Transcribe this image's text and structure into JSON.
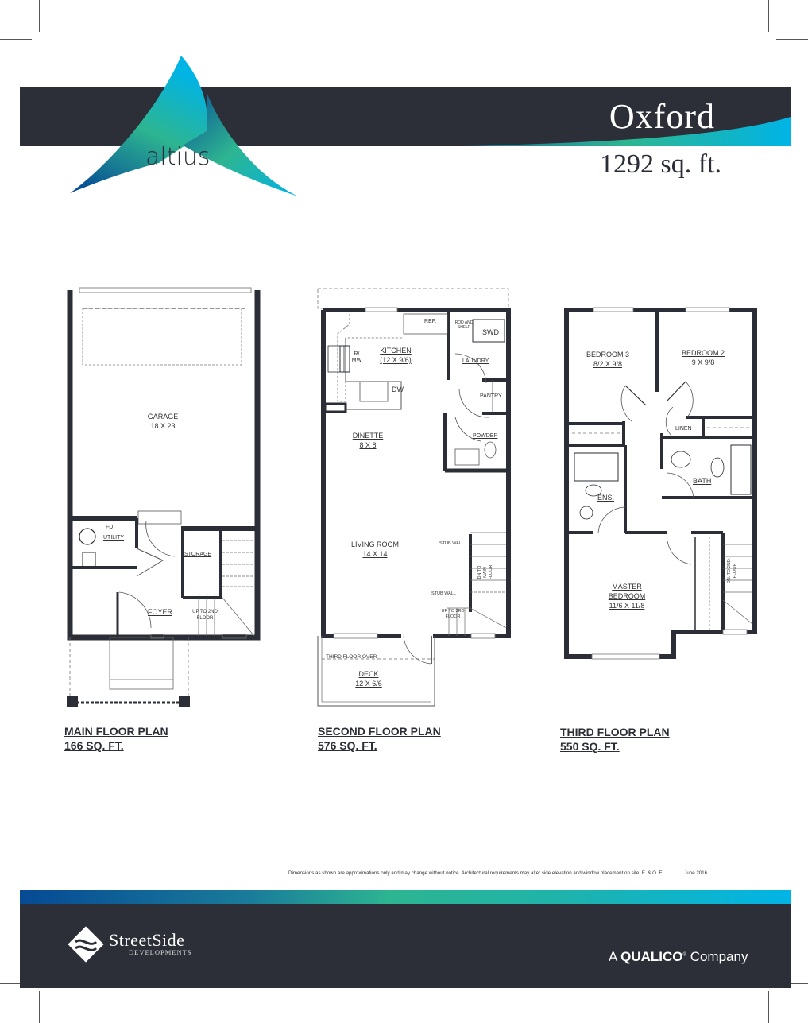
{
  "header": {
    "brand": "altius",
    "model_name": "Oxford",
    "total_area": "1292 sq. ft.",
    "colors": {
      "band": "#2c2f37",
      "teal": "#2db591",
      "blue": "#064a94",
      "cyan": "#00b4e6"
    }
  },
  "plans": [
    {
      "title": "MAIN FLOOR PLAN",
      "area": "166 SQ. FT.",
      "rooms": [
        {
          "name": "GARAGE",
          "size": "18 X 23"
        },
        {
          "name": "UTILITY",
          "size": ""
        },
        {
          "name": "STORAGE",
          "size": ""
        },
        {
          "name": "FOYER",
          "size": ""
        }
      ],
      "labels": {
        "fd": "FD",
        "stairs": "UP TO 2ND FLOOR"
      }
    },
    {
      "title": "SECOND FLOOR PLAN",
      "area": "576 SQ. FT.",
      "rooms": [
        {
          "name": "KITCHEN",
          "size": "(12 X 9/6)"
        },
        {
          "name": "LAUNDRY",
          "size": ""
        },
        {
          "name": "PANTRY",
          "size": ""
        },
        {
          "name": "POWDER",
          "size": ""
        },
        {
          "name": "DINETTE",
          "size": "8 X 8"
        },
        {
          "name": "LIVING ROOM",
          "size": "14 X 14"
        },
        {
          "name": "DECK",
          "size": "12 X 6/6"
        }
      ],
      "labels": {
        "ref": "REF.",
        "rod_shelf": "ROD AND SHELF",
        "swd": "SWD",
        "rmw": "R/ MW",
        "dw": "DW",
        "stub_wall_1": "STUB WALL",
        "stub_wall_2": "STUB WALL",
        "dn_main": "DN TO MAIN FLOOR",
        "up_third": "UP TO 3RD FLOOR",
        "third_over": "THIRD FLOOR OVER"
      }
    },
    {
      "title": "THIRD FLOOR PLAN",
      "area": "550 SQ. FT.",
      "rooms": [
        {
          "name": "BEDROOM 3",
          "size": "8/2 X 9/8"
        },
        {
          "name": "BEDROOM 2",
          "size": "9 X 9/8"
        },
        {
          "name": "LINEN",
          "size": ""
        },
        {
          "name": "BATH",
          "size": ""
        },
        {
          "name": "ENS.",
          "size": ""
        },
        {
          "name": "MASTER BEDROOM",
          "size": "11/6 X 11/8"
        }
      ],
      "labels": {
        "dn_second": "DN. TO 2ND. FLOOR"
      }
    }
  ],
  "disclaimer": {
    "text": "Dimensions as shown are approximations only and may change without notice. Architectural requirements may alter side elevation and window placement on site. E. & O. E.",
    "date": "June 2016"
  },
  "footer": {
    "developer_name": "StreetSide",
    "developer_sub": "DEVELOPMENTS",
    "parent_prefix": "A",
    "parent_brand": "QUALICO",
    "parent_reg": "®",
    "parent_suffix": "Company"
  }
}
